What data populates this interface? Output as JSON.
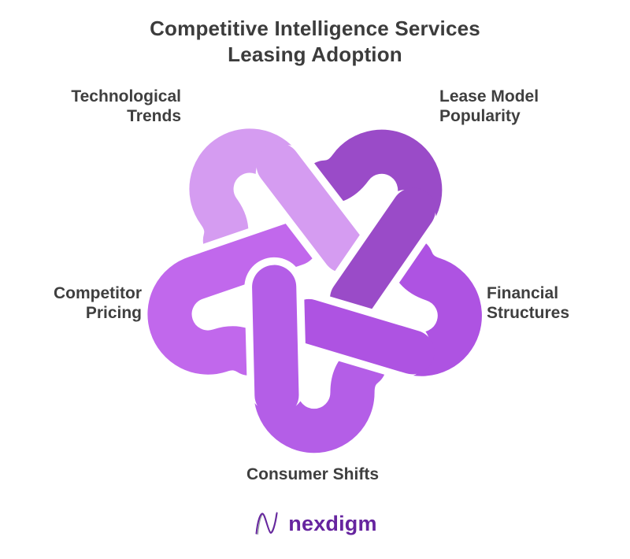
{
  "title": {
    "text": "Competitive Intelligence Services\nLeasing Adoption"
  },
  "labels": {
    "technological_trends": {
      "text": "Technological\nTrends"
    },
    "lease_model_popularity": {
      "text": "Lease Model\nPopularity"
    },
    "competitor_pricing": {
      "text": "Competitor\nPricing"
    },
    "financial_structures": {
      "text": "Financial\nStructures"
    },
    "consumer_shifts": {
      "text": "Consumer Shifts"
    }
  },
  "knot": {
    "description": "Five interwoven loops (star knot), one loop per topic",
    "petals": [
      {
        "label": "Technological Trends",
        "position": "top-left",
        "color": "#d59cf1"
      },
      {
        "label": "Lease Model Popularity",
        "position": "top-right",
        "color": "#9a4bc8"
      },
      {
        "label": "Financial Structures",
        "position": "right",
        "color": "#ae53e2"
      },
      {
        "label": "Consumer Shifts",
        "position": "bottom",
        "color": "#b45ee7"
      },
      {
        "label": "Competitor Pricing",
        "position": "left",
        "color": "#c168ec"
      }
    ]
  },
  "logo": {
    "text": "nexdigm"
  },
  "colors": {
    "heading": "#3c3c3c",
    "label": "#3f3f3f",
    "brand": "#66249f"
  }
}
